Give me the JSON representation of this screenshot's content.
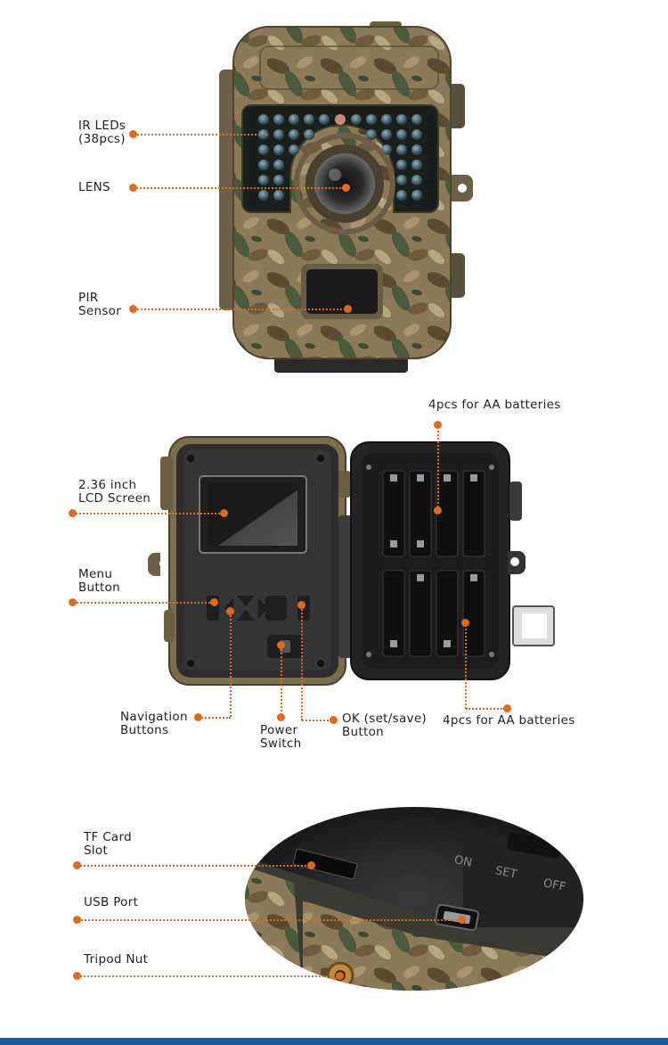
{
  "section1": {
    "ir_leds": "IR LEDs\n(38pcs)",
    "lens": "LENS",
    "pir_sensor": "PIR\nSensor"
  },
  "section2": {
    "batteries_top": "4pcs for AA batteries",
    "lcd_screen": "2.36 inch\nLCD Screen",
    "menu_button": "Menu\nButton",
    "navigation_buttons": "Navigation\nButtons",
    "power_switch": "Power\nSwitch",
    "ok_button": "OK (set/save)\nButton",
    "batteries_bottom": "4pcs for AA batteries"
  },
  "section3": {
    "tf_card_slot": "TF Card\nSlot",
    "usb_port": "USB Port",
    "tripod_nut": "Tripod Nut",
    "switch_on": "ON",
    "switch_set": "SET",
    "switch_off": "OFF"
  },
  "colors": {
    "accent": "#e06a1c",
    "bottom_bar": "#1d5aa0"
  }
}
